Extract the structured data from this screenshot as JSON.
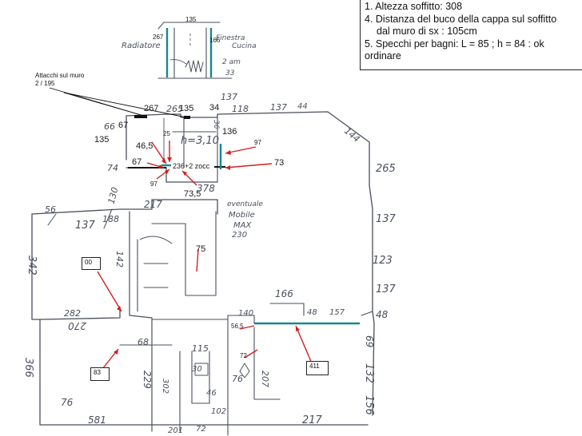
{
  "notes": {
    "line1": "1. Altezza soffitto: 308",
    "line2": "4. Distanza del buco della cappa sul soffitto",
    "line2b": "dal muro di sx : 105cm",
    "line3": "5. Specchi per bagni:  L = 85 ; h = 84 : ok",
    "line3b": "ordinare"
  },
  "attacchi": {
    "line1": "Attacchi sul muro",
    "line2": "2       /  195"
  },
  "tags": {
    "t00": "00",
    "t83": "83",
    "t411": "411"
  },
  "typed_labels": {
    "l135top": "135",
    "l267top": "267",
    "l166": "166",
    "l267": "267",
    "l135": "135",
    "l34": "34",
    "l25": "25",
    "l465": "46,5",
    "l67": "67",
    "l23622": "236+2 zocc",
    "l97a": "97",
    "l97b": "97",
    "l735": "73,5",
    "l73": "73",
    "l136": "136",
    "l75": "75",
    "l565": "56,5",
    "l72": "72"
  },
  "handwritten": {
    "radiatore": "Radiatore",
    "finestra": "Finestra",
    "cucina": "Cucina",
    "h310": "h=3,10",
    "s265": "265",
    "s137a": "137",
    "s118": "118",
    "s137b": "137",
    "s44": "44",
    "s144": "144",
    "s265r": "265",
    "s137r": "137",
    "s123": "123",
    "s137r2": "137",
    "s48": "48",
    "s69": "69",
    "s132": "132",
    "s156": "156",
    "s217b": "217",
    "s378": "378",
    "eventuale": "eventuale",
    "mobile": "Mobile",
    "max": "MAX",
    "s230": "230",
    "s66": "66",
    "s67": "67",
    "s135l": "135",
    "s74": "74",
    "s130": "130",
    "s56": "56",
    "s137l": "137",
    "s188": "188",
    "s217": "217",
    "s342": "342",
    "s142": "142",
    "s282": "282",
    "s270": "270",
    "s366": "366",
    "s76": "76",
    "s581": "581",
    "s68": "68",
    "s229": "229",
    "s302": "302",
    "s115": "115",
    "s30": "30",
    "s46": "46",
    "s102": "102",
    "s72b": "72",
    "s201": "201",
    "s166": "166",
    "s140": "140",
    "s48b": "48",
    "s157": "157",
    "s76b": "76",
    "s207": "207",
    "s2am": "2 am",
    "s33": "33",
    "s67b": "67",
    "s36": "36"
  },
  "colors": {
    "pencil": "#4a4f5c",
    "red": "#d31f1f",
    "teal": "#17878c",
    "ink": "#111111"
  }
}
